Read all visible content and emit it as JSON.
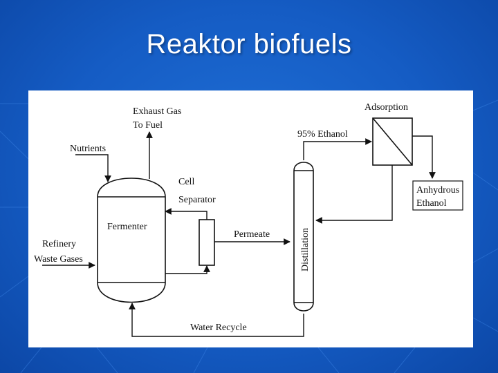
{
  "slide": {
    "title": "Reaktor biofuels"
  },
  "diagram": {
    "labels": {
      "exhaust_line1": "Exhaust Gas",
      "exhaust_line2": "To Fuel",
      "nutrients": "Nutrients",
      "cell_sep_line1": "Cell",
      "cell_sep_line2": "Separator",
      "fermenter": "Fermenter",
      "refinery_line1": "Refinery",
      "refinery_line2": "Waste Gases",
      "permeate": "Permeate",
      "distillation": "Distillation",
      "ethanol95": "95% Ethanol",
      "adsorption": "Adsorption",
      "anhydrous_line1": "Anhydrous",
      "anhydrous_line2": "Ethanol",
      "water_recycle": "Water Recycle"
    }
  }
}
